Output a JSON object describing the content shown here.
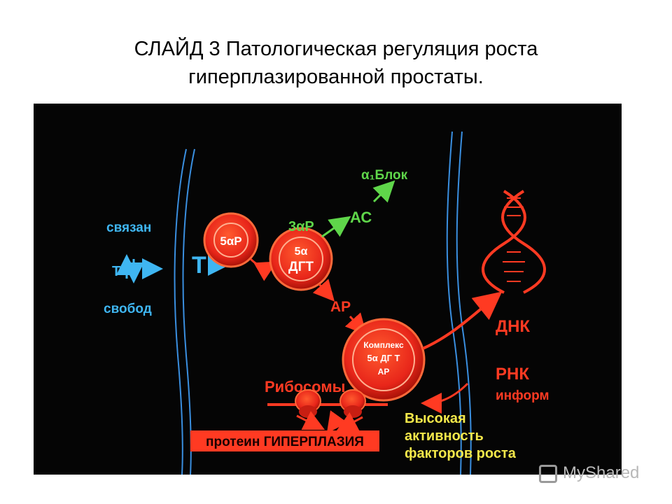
{
  "title": {
    "line1": "СЛАЙД 3 Патологическая регуляция роста",
    "line2": "гиперплазированной простаты."
  },
  "diagram": {
    "left_labels": {
      "bound": "связан",
      "t": "Т",
      "free": "свобод"
    },
    "t_big": "Т",
    "enzyme_5ar": "5αР",
    "dht_line1": "5α",
    "dht_line2": "ДГТ",
    "enzyme_3ar": "3αР",
    "ac": "АС",
    "alpha_block": "α₁Блок",
    "ar": "АР",
    "complex_line1": "Комплекс",
    "complex_line2": "5α ДГ Т",
    "complex_line3": "АР",
    "dna": "ДНК",
    "rna_line1": "РНК",
    "rna_line2": "информ",
    "ribosomes": "Рибосомы",
    "protein_box": "протеин ГИПЕРПЛАЗИЯ",
    "growth_line1": "Высокая",
    "growth_line2": "активность",
    "growth_line3": "факторов роста"
  },
  "colors": {
    "cyan": "#3fb6f2",
    "red": "#ff3a22",
    "green": "#5fd64a",
    "yellow": "#f4e84a"
  },
  "watermark": {
    "text": "MyShared"
  }
}
